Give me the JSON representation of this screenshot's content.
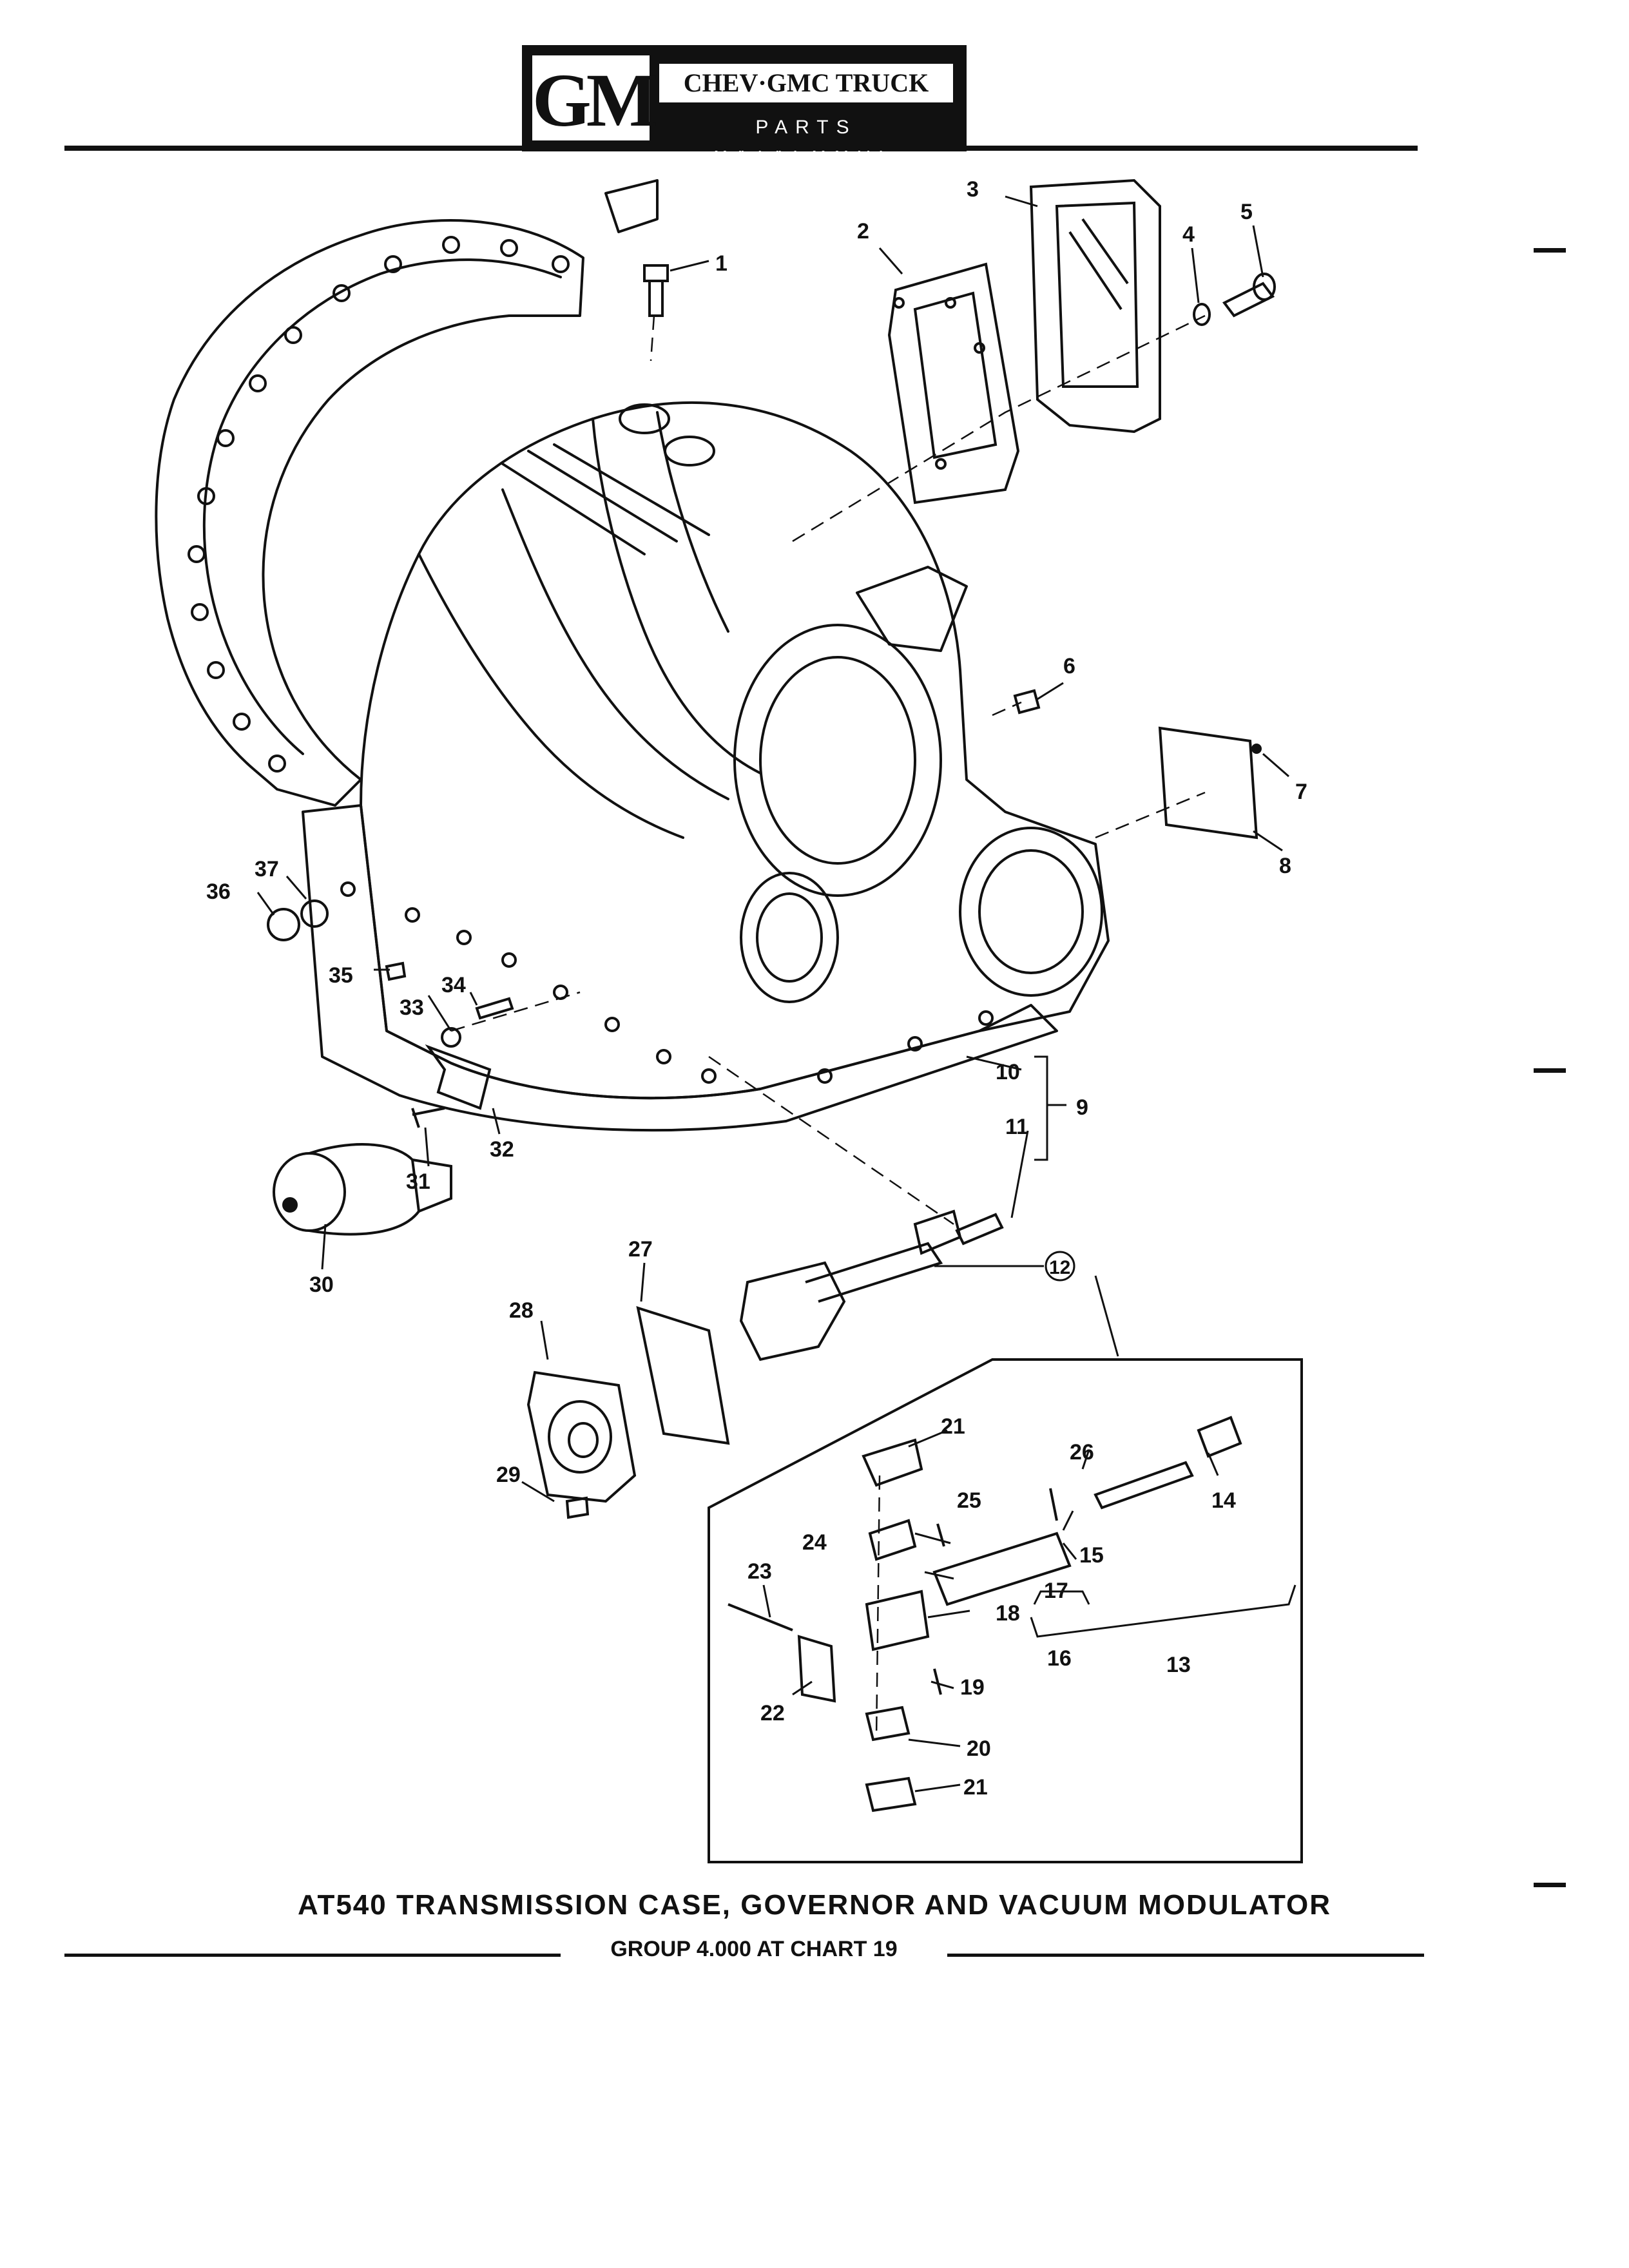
{
  "header": {
    "logo_mark": "GM",
    "brand_title": "CHEV·GMC TRUCK",
    "brand_subtitle": "PARTS CATALOGUE"
  },
  "diagram": {
    "callouts": [
      "1",
      "2",
      "3",
      "4",
      "5",
      "6",
      "7",
      "8",
      "9",
      "10",
      "11",
      "12",
      "13",
      "14",
      "15",
      "16",
      "17",
      "18",
      "19",
      "20",
      "21",
      "21",
      "22",
      "23",
      "24",
      "25",
      "26",
      "27",
      "28",
      "29",
      "30",
      "31",
      "32",
      "33",
      "34",
      "35",
      "36",
      "37"
    ]
  },
  "caption": "AT540 TRANSMISSION CASE, GOVERNOR AND VACUUM MODULATOR",
  "footer": "GROUP 4.000 AT CHART 19"
}
